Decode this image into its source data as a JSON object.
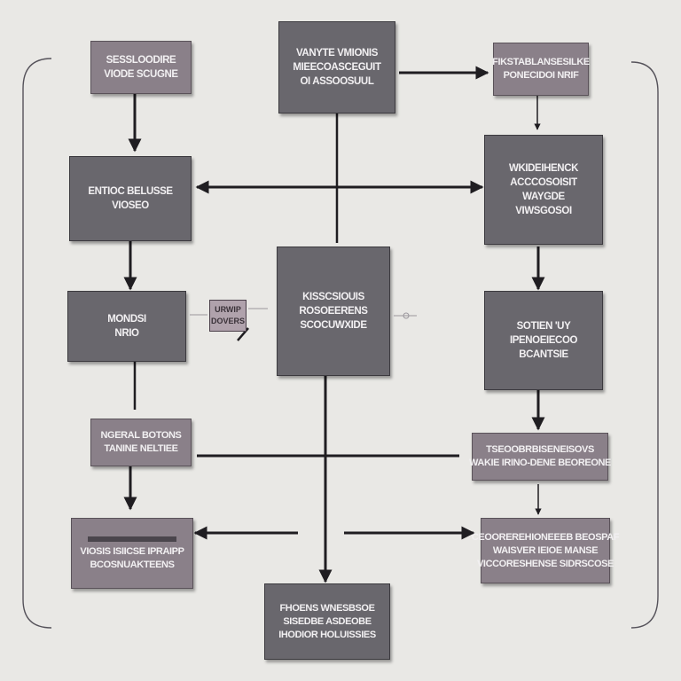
{
  "nodes": {
    "n1": [
      "SESSLOODIRE",
      "VIODE SCUGNE"
    ],
    "n2": [
      "VANYTE VMIONIS",
      "MIEECOASCEGUIT",
      "OI ASSOOSUUL"
    ],
    "n3": [
      "FIKSTABLANSESILKE",
      "PONECIDOI NRIF"
    ],
    "n4": [
      "ENTIOC BELUSSE",
      "VIOSEO"
    ],
    "n5": [
      "WKIDEIHENCK",
      "ACCCOSOISIT",
      "WAYGDE",
      "VIWSGOSOI"
    ],
    "n6": [
      "MONDSI",
      "NRIO"
    ],
    "n7": [
      "KISSCSIOUIS",
      "ROSOEERENS",
      "SCOCUWXIDE"
    ],
    "n8": [
      "SOTIEN 'UY",
      "IPENOEIECOO",
      "BCANTSIE"
    ],
    "n9": [
      "NGERAL BOTONS",
      "TANINE NELTIEE"
    ],
    "n10": [
      "TSEOOBRBISENEISOVS",
      "WAKIE IRINO-DENE BEOREONE"
    ],
    "n11": [
      "VIOSIS ISIICSE IPRAIPP",
      "BCOSNUAKTEENS"
    ],
    "n12": [
      "CEOOREREHIONEEEB BEOSPAF",
      "WAISVER IEIOE MANSE",
      "VICCORESHENSE SIDRSCOSE"
    ],
    "n13": [
      "FHOENS WNESBSOE",
      "SISEDBE ASDEOBE",
      "IHODIOR HOLUISSIES"
    ]
  },
  "tag": [
    "URWIP",
    "DOVERS"
  ],
  "colors": {
    "box_dark": "#69676d",
    "box_light": "#8a8089",
    "arrow": "#1f1d21",
    "background": "#e9e8e5"
  }
}
